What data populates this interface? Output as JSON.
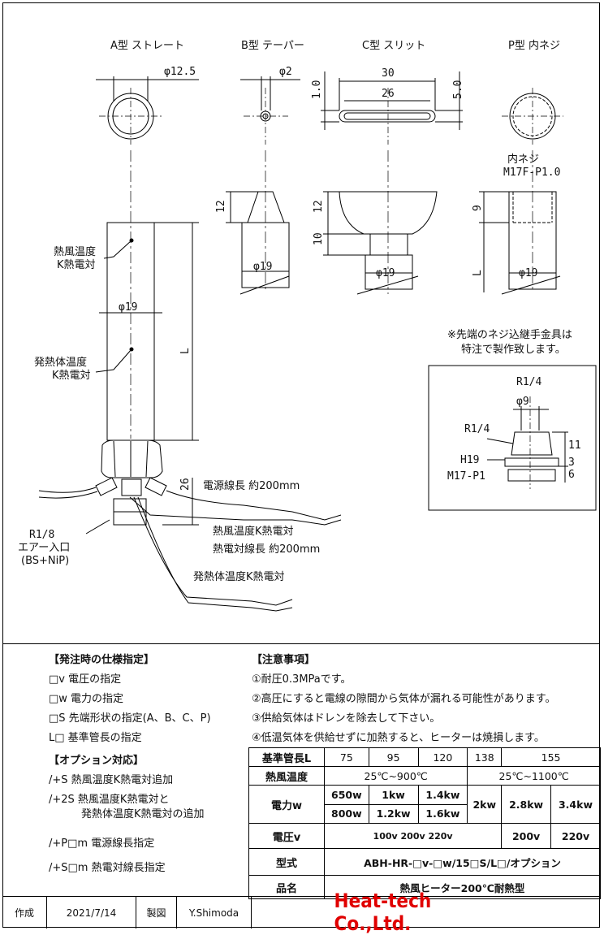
{
  "views": {
    "a_title": "A型 ストレート",
    "b_title": "B型 テーパー",
    "c_title": "C型 スリット",
    "p_title": "P型 内ネジ"
  },
  "dims": {
    "a_dia": "φ12.5",
    "b_dia": "φ2",
    "c_30": "30",
    "c_26": "26",
    "c_10": "1.0",
    "c_50": "5.0",
    "p_thread": "内ネジ",
    "p_thread2": "M17F-P1.0",
    "b_12": "12",
    "c_12": "12",
    "c_10b": "10",
    "p_9": "9",
    "b_19": "φ19",
    "c_19": "φ19",
    "p_19": "φ19",
    "p_L": "L",
    "a_19": "φ19",
    "a_L": "L",
    "a_26": "26"
  },
  "labels": {
    "hot_tc1": "熱風温度",
    "hot_tc2": "K熱電対",
    "heat_tc1": "発熱体温度",
    "heat_tc2": "K熱電対",
    "power_wire": "電源線長 約200mm",
    "hot_wire1": "熱風温度K熱電対",
    "hot_wire2": "熱電対線長 約200mm",
    "heat_wire": "発熱体温度K熱電対",
    "air1": "R1/8",
    "air2": "エアー入口",
    "air3": "(BS+NiP)"
  },
  "note": {
    "line1": "※先端のネジ込継手金具は",
    "line2": "特注で製作致します。"
  },
  "fitting": {
    "r14_top": "R1/4",
    "phi9": "φ9",
    "r14_side": "R1/4",
    "h19": "H19",
    "m17": "M17-P1",
    "d11": "11",
    "d3": "3",
    "d6": "6"
  },
  "order_spec": {
    "title": "【発注時の仕様指定】",
    "items": [
      "□v 電圧の指定",
      "□w 電力の指定",
      "□S 先端形状の指定(A、B、C、P)",
      "L□ 基準管長の指定"
    ]
  },
  "options": {
    "title": "【オプション対応】",
    "items": [
      "/+S 熱風温度K熱電対追加",
      "/+2S 熱風温度K熱電対と",
      "発熱体温度K熱電対の追加",
      "/+P□m 電源線長指定",
      "/+S□m 熱電対線長指定"
    ]
  },
  "cautions": {
    "title": "【注意事項】",
    "items": [
      "①耐圧0.3MPaです。",
      "②高圧にすると電線の隙間から気体が漏れる可能性があります。",
      "③供給気体はドレンを除去して下さい。",
      "④低温気体を供給せずに加熱すると、ヒーターは焼損します。"
    ]
  },
  "table": {
    "len_h": "基準管長L",
    "lens": [
      "75",
      "95",
      "120",
      "138",
      "155"
    ],
    "temp_h": "熱風温度",
    "temp1": "25℃~900℃",
    "temp2": "25℃~1100℃",
    "power_h": "電力w",
    "p_r1": [
      "650w",
      "1kw",
      "1.4kw"
    ],
    "p_r2": [
      "800w",
      "1.2kw",
      "1.6kw"
    ],
    "p_138": "2kw",
    "p_155a": "2.8kw",
    "p_155b": "3.4kw",
    "volt_h": "電圧v",
    "volt1": "100v 200v 220v",
    "volt2": "200v",
    "volt3": "220v",
    "model_h": "型式",
    "model": "ABH-HR-□v-□w/15□S/L□/オプション",
    "name_h": "品名",
    "name": "熱風ヒーター200℃耐熱型"
  },
  "footer": {
    "made_l": "作成",
    "made_v": "2021/7/14",
    "drawn_l": "製図",
    "drawn_v": "Y.Shimoda",
    "company": "Heat-tech Co.,Ltd."
  }
}
